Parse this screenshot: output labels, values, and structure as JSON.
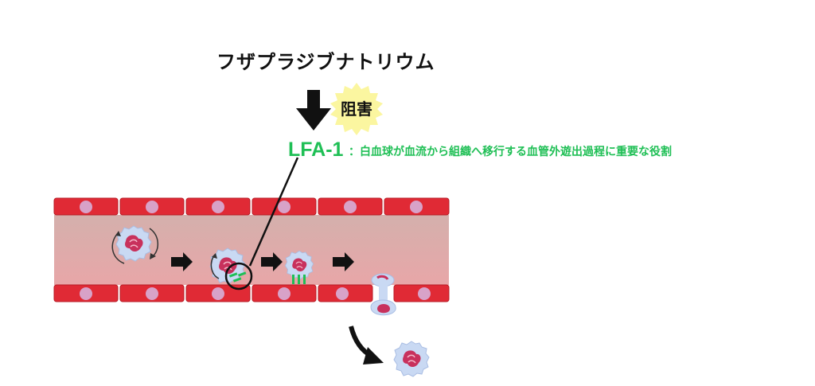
{
  "drug_name": "フザプラジブナトリウム",
  "block_label": "阻害",
  "target": {
    "name": "LFA-1",
    "description": "：白血球が血流から組織へ移行する血管外遊出過程に重要な役割"
  },
  "colors": {
    "label_green": "#1fbf55",
    "vessel_red": "#e02a35",
    "lumen_pink": "#dea0a3",
    "nucleus_pink": "#d8a2c8",
    "starburst_yellow": "#fbf6a0",
    "cell_blue": "#c9d9f3",
    "cell_nucleus": "#c8315c"
  },
  "icons": {
    "down_arrow": "down-arrow-icon",
    "step_arrow": "right-arrow-icon",
    "curved_arrow": "curved-arrow-icon",
    "highlight_circle": "circle-highlight"
  }
}
